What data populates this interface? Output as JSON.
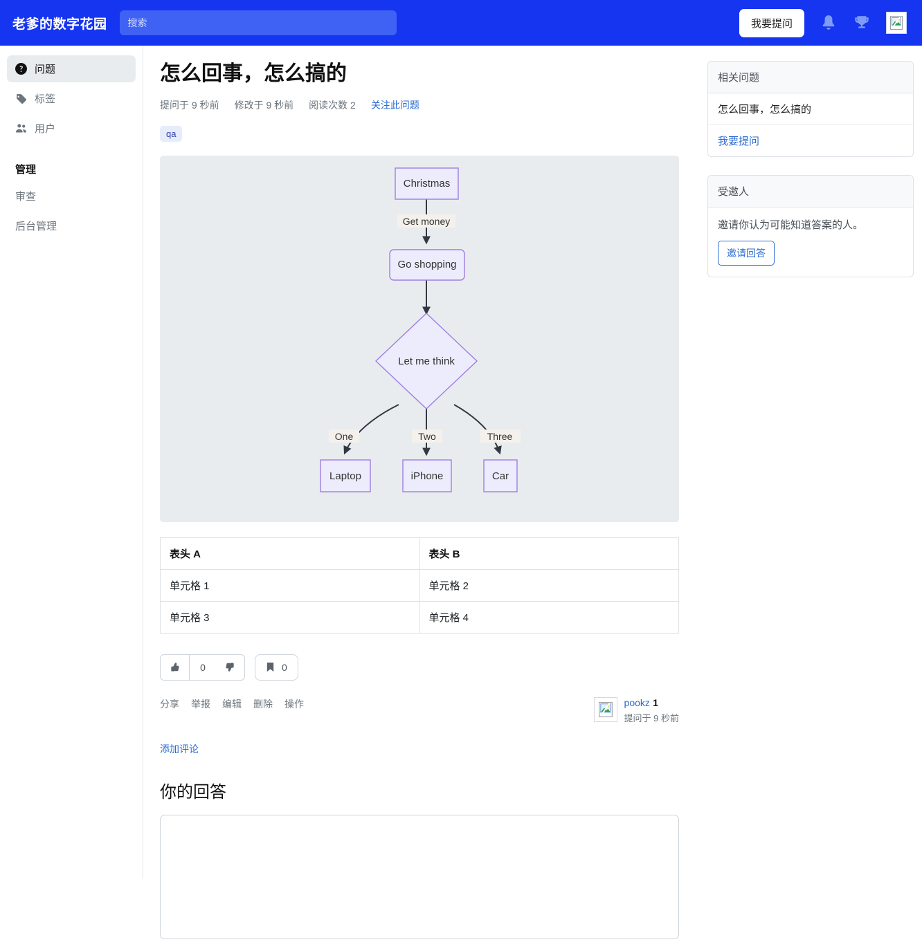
{
  "header": {
    "brand": "老爹的数字花园",
    "search_placeholder": "搜索",
    "search_value": "",
    "ask_button": "我要提问",
    "icons": [
      "bell-icon",
      "trophy-icon",
      "avatar-broken-image-icon"
    ]
  },
  "sidebar": {
    "items": [
      {
        "label": "问题",
        "icon": "question-circle-icon",
        "active": true
      },
      {
        "label": "标签",
        "icon": "tag-icon",
        "active": false
      },
      {
        "label": "用户",
        "icon": "users-icon",
        "active": false
      }
    ],
    "admin_title": "管理",
    "admin_items": [
      {
        "label": "审查"
      },
      {
        "label": "后台管理"
      }
    ]
  },
  "question": {
    "title": "怎么回事，怎么搞的",
    "meta": {
      "asked": "提问于 9 秒前",
      "modified": "修改于 9 秒前",
      "views": "阅读次数 2",
      "follow": "关注此问题"
    },
    "tags": [
      "qa"
    ],
    "votes": {
      "up_icon": "thumbs-up-icon",
      "count": "0",
      "down_icon": "thumbs-down-icon"
    },
    "save": {
      "icon": "bookmark-icon",
      "count": "0"
    },
    "actions": [
      "分享",
      "举报",
      "编辑",
      "删除",
      "操作"
    ],
    "author": {
      "name": "pookz",
      "reputation": "1",
      "time": "提问于 9 秒前",
      "avatar": "broken-image-icon"
    },
    "add_comment": "添加评论"
  },
  "diagram": {
    "type": "flowchart",
    "background": "#e9ecef",
    "node_fill": "#ececfd",
    "node_stroke": "#9f7ee0",
    "nodes": [
      {
        "id": "christmas",
        "label": "Christmas",
        "shape": "rect"
      },
      {
        "id": "shopping",
        "label": "Go shopping",
        "shape": "rounded-rect"
      },
      {
        "id": "think",
        "label": "Let me think",
        "shape": "diamond"
      },
      {
        "id": "laptop",
        "label": "Laptop",
        "shape": "rect"
      },
      {
        "id": "iphone",
        "label": "iPhone",
        "shape": "rect"
      },
      {
        "id": "car",
        "label": "Car",
        "shape": "rect"
      }
    ],
    "edges": [
      {
        "from": "christmas",
        "to": "shopping",
        "label": "Get money"
      },
      {
        "from": "shopping",
        "to": "think",
        "label": ""
      },
      {
        "from": "think",
        "to": "laptop",
        "label": "One"
      },
      {
        "from": "think",
        "to": "iphone",
        "label": "Two"
      },
      {
        "from": "think",
        "to": "car",
        "label": "Three"
      }
    ]
  },
  "table": {
    "headers": [
      "表头 A",
      "表头 B"
    ],
    "rows": [
      [
        "单元格 1",
        "单元格 2"
      ],
      [
        "单元格 3",
        "单元格 4"
      ]
    ]
  },
  "answer_section": {
    "heading": "你的回答",
    "textarea_value": ""
  },
  "rail": {
    "related": {
      "title": "相关问题",
      "items": [
        "怎么回事，怎么搞的"
      ],
      "ask_link": "我要提问"
    },
    "invitees": {
      "title": "受邀人",
      "description": "邀请你认为可能知道答案的人。",
      "button": "邀请回答"
    }
  }
}
